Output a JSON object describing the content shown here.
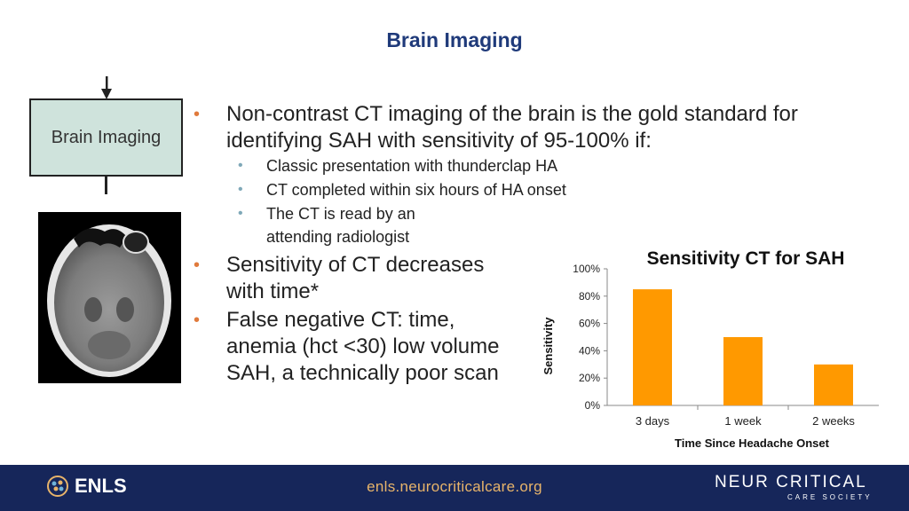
{
  "slide": {
    "title": "Brain Imaging",
    "flow_box_label": "Brain Imaging"
  },
  "bullets": [
    {
      "text": "Non-contrast CT imaging of the brain is the gold standard for identifying SAH with sensitivity of 95-100% if:"
    },
    {
      "text": "Sensitivity of CT decreases with time*"
    },
    {
      "text": "False negative CT:  time, anemia (hct <30) low volume SAH, a technically poor scan"
    }
  ],
  "sub_bullets": [
    "Classic presentation with thunderclap HA",
    "CT completed within six hours of HA onset",
    "The CT is read by an attending radiologist"
  ],
  "footer": {
    "enls": "ENLS",
    "url": "enls.neurocriticalcare.org",
    "society_main": "NEUR CRITICAL",
    "society_sub": "CARE SOCIETY"
  },
  "colors": {
    "title": "#1f3a7a",
    "bar": "#ff9900",
    "footer_bg": "#16265a",
    "url": "#e8b46a",
    "bullet": "#e07a3c"
  },
  "chart_data": {
    "type": "bar",
    "title": "Sensitivity CT for SAH",
    "xlabel": "Time Since Headache Onset",
    "ylabel": "Sensitivity",
    "categories": [
      "3 days",
      "1 week",
      "2 weeks"
    ],
    "values": [
      85,
      50,
      30
    ],
    "ylim": [
      0,
      100
    ],
    "yticks": [
      "0%",
      "20%",
      "40%",
      "60%",
      "80%",
      "100%"
    ],
    "grid": false,
    "legend": "none"
  }
}
